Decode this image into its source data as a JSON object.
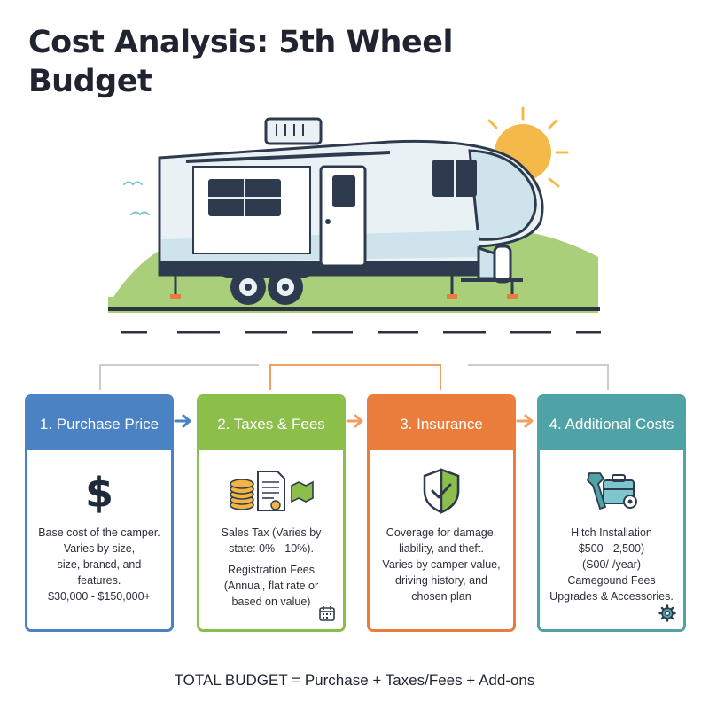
{
  "title": "Cost Analysis: 5th Wheel Budget",
  "cards": [
    {
      "heading": "1. Purchase Price",
      "icon": "dollar-icon",
      "color": "#4a82c3",
      "lines": [
        "Base cost of the camper.",
        "Varies by size,",
        "size, branɛd, and",
        "features.",
        "$30,000 - $150,000+"
      ]
    },
    {
      "heading": "2. Taxes & Fees",
      "icon": "coins-document-icon",
      "color": "#8cbf4a",
      "lines": [
        "Sales Tax (Varies by",
        "state: 0% - 10%).",
        "",
        "Registration Fees",
        "(Annual, flat rate or",
        "based on value)"
      ],
      "corner_icon": "calendar-icon"
    },
    {
      "heading": "3. Insurance",
      "icon": "shield-check-icon",
      "color": "#ea7d3b",
      "lines": [
        "Coverage for damage,",
        "liability, and theft.",
        "Varies by camper value,",
        "driving history, and",
        "chosen plan"
      ]
    },
    {
      "heading": "4. Additional Costs",
      "icon": "toolbox-icon",
      "color": "#4fa3a7",
      "lines": [
        "Hitch Installation",
        "$500 - 2,500)",
        "(S00/-/year)",
        "Camegound Fees",
        "Upgrades & Accessories."
      ],
      "corner_icon": "gear-icon"
    }
  ],
  "total_formula": "TOTAL BUDGET = Purchase + Taxes/Fees + Add-ons",
  "colors": {
    "text": "#1f2430",
    "ground": "#a9cf7a",
    "sun": "#f5b94a",
    "road": "#2c3440",
    "camper_trim": "#2e3b4e",
    "camper_body": "#eaf1f5",
    "camper_accent": "#cfe3ec"
  }
}
